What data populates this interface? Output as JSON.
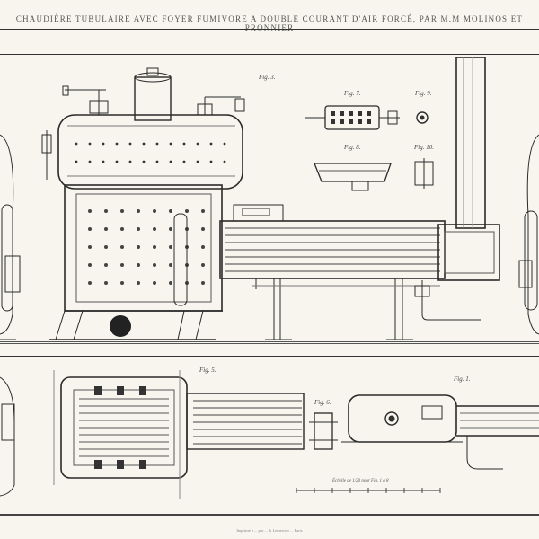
{
  "plate": {
    "title": "CHAUDIÈRE TUBULAIRE AVEC FOYER FUMIVORE A DOUBLE COURANT D'AIR FORCÉ, PAR M.M MOLINOS ET PRONNIER",
    "scale_caption": "Échelle de 1/20 pour Fig. 1 à 8",
    "imprint": "Imprimé à ... par ... & Lemercier ... Paris"
  },
  "figures": {
    "fig3": "Fig. 3.",
    "fig7": "Fig. 7.",
    "fig9": "Fig. 9.",
    "fig8": "Fig. 8.",
    "fig10": "Fig. 10.",
    "fig5": "Fig. 5.",
    "fig6": "Fig. 6.",
    "fig1": "Fig. 1."
  },
  "colors": {
    "ink": "#2a2a2a",
    "paper": "#f7f5ee",
    "shade": "#555555"
  }
}
